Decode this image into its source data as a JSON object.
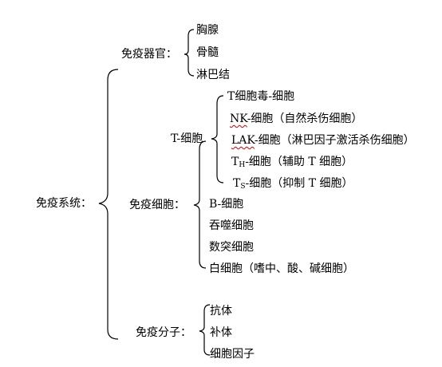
{
  "root": {
    "label": "免疫系统："
  },
  "organs": {
    "label": "免疫器官：",
    "items": [
      "胸腺",
      "骨髓",
      "淋巴结"
    ]
  },
  "cells": {
    "label": "免疫细胞：",
    "t_cell": {
      "label": "T-细胞",
      "items": [
        {
          "text": "T细胞毒-细胞"
        },
        {
          "main": "NK",
          "rest": "-细胞（自然杀伤细胞）"
        },
        {
          "main": "LAK",
          "rest": "-细胞（淋巴因子激活杀伤细胞）"
        },
        {
          "main": "T",
          "sub": "H",
          "rest": "-细胞（辅助 T 细胞）"
        },
        {
          "main": "T",
          "sub": "S",
          "rest": "-细胞（抑制 T 细胞）"
        }
      ]
    },
    "others": [
      "B-细胞",
      "吞噬细胞",
      "数突细胞",
      "白细胞（嗜中、酸、碱细胞）"
    ]
  },
  "molecules": {
    "label": "免疫分子：",
    "items": [
      "抗体",
      "补体",
      "细胞因子"
    ]
  }
}
